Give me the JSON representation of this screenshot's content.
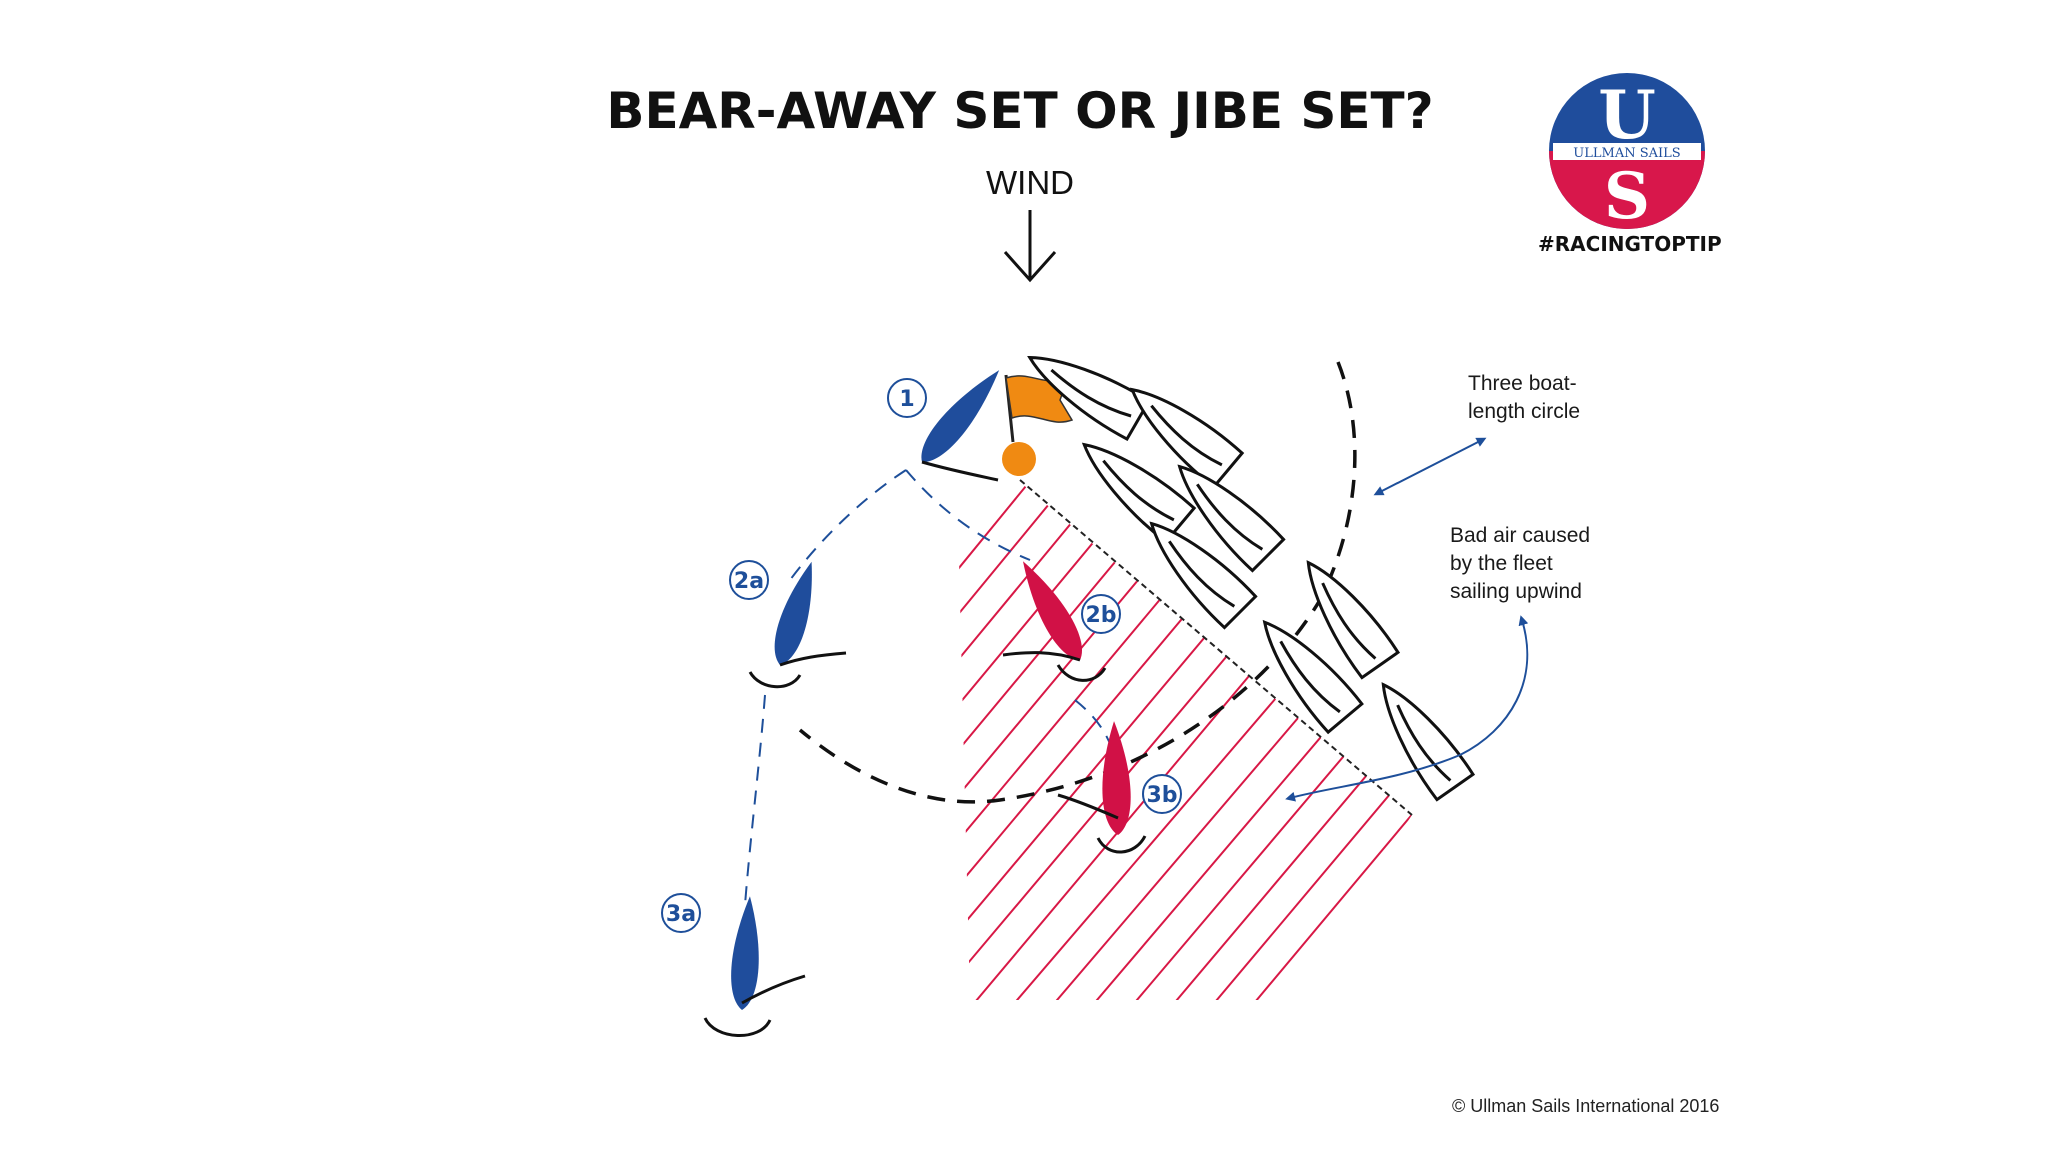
{
  "title": "BEAR-AWAY SET OR JIBE SET?",
  "wind_label": "WIND",
  "logo": {
    "letter_top": "U",
    "letter_bottom": "S",
    "band_text": "ULLMAN SAILS",
    "colors": {
      "top": "#1f4d9c",
      "bottom": "#d8174b",
      "band": "#ffffff"
    }
  },
  "hashtag": "#RACINGTOPTIP",
  "annotations": {
    "circle_note": [
      "Three boat-",
      "length circle"
    ],
    "bad_air_note": [
      "Bad air caused",
      "by the fleet",
      "sailing upwind"
    ]
  },
  "positions": {
    "p1": "1",
    "p2a": "2a",
    "p2b": "2b",
    "p3a": "3a",
    "p3b": "3b"
  },
  "copyright": "© Ullman Sails International 2016",
  "colors": {
    "blue_boat": "#1f4d9c",
    "red_boat": "#d11146",
    "mark": "#f08a12",
    "flag": "#f08a12",
    "hatch": "#d81846",
    "label_blue": "#1e4f9a"
  }
}
